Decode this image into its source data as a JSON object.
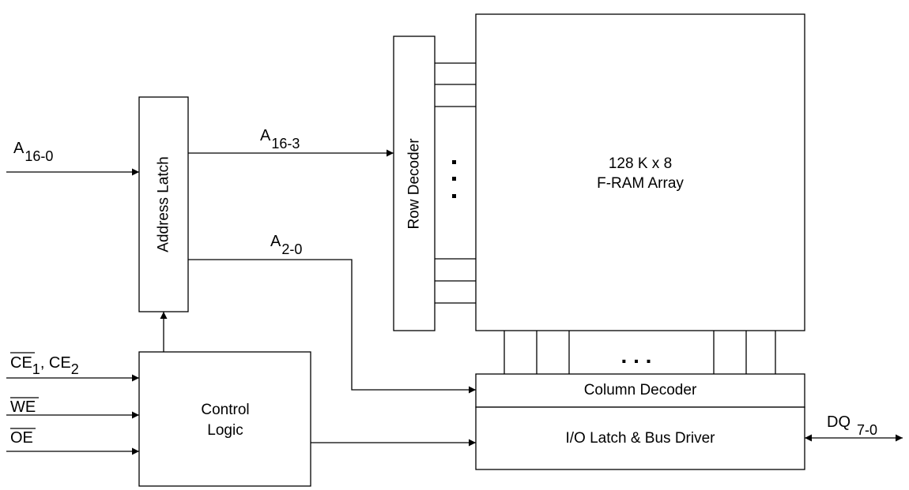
{
  "blocks": {
    "address_latch": "Address Latch",
    "row_decoder": "Row Decoder",
    "array_line1": "128 K x 8",
    "array_line2": "F-RAM Array",
    "control_line1": "Control",
    "control_line2": "Logic",
    "column_decoder": "Column Decoder",
    "io_latch": "I/O Latch & Bus Driver"
  },
  "signals": {
    "addr_in": {
      "main": "A",
      "sub": "16-0"
    },
    "addr_high": {
      "main": "A",
      "sub": "16-3"
    },
    "addr_low": {
      "main": "A",
      "sub": "2-0"
    },
    "ce": {
      "ce1_main": "CE",
      "ce1_sub": "1",
      "sep": ", CE",
      "ce2_sub": "2"
    },
    "we": "WE",
    "oe": "OE",
    "dq": {
      "main": "DQ",
      "sub": "7-0"
    }
  },
  "ellipsis_horizontal": ". . ."
}
